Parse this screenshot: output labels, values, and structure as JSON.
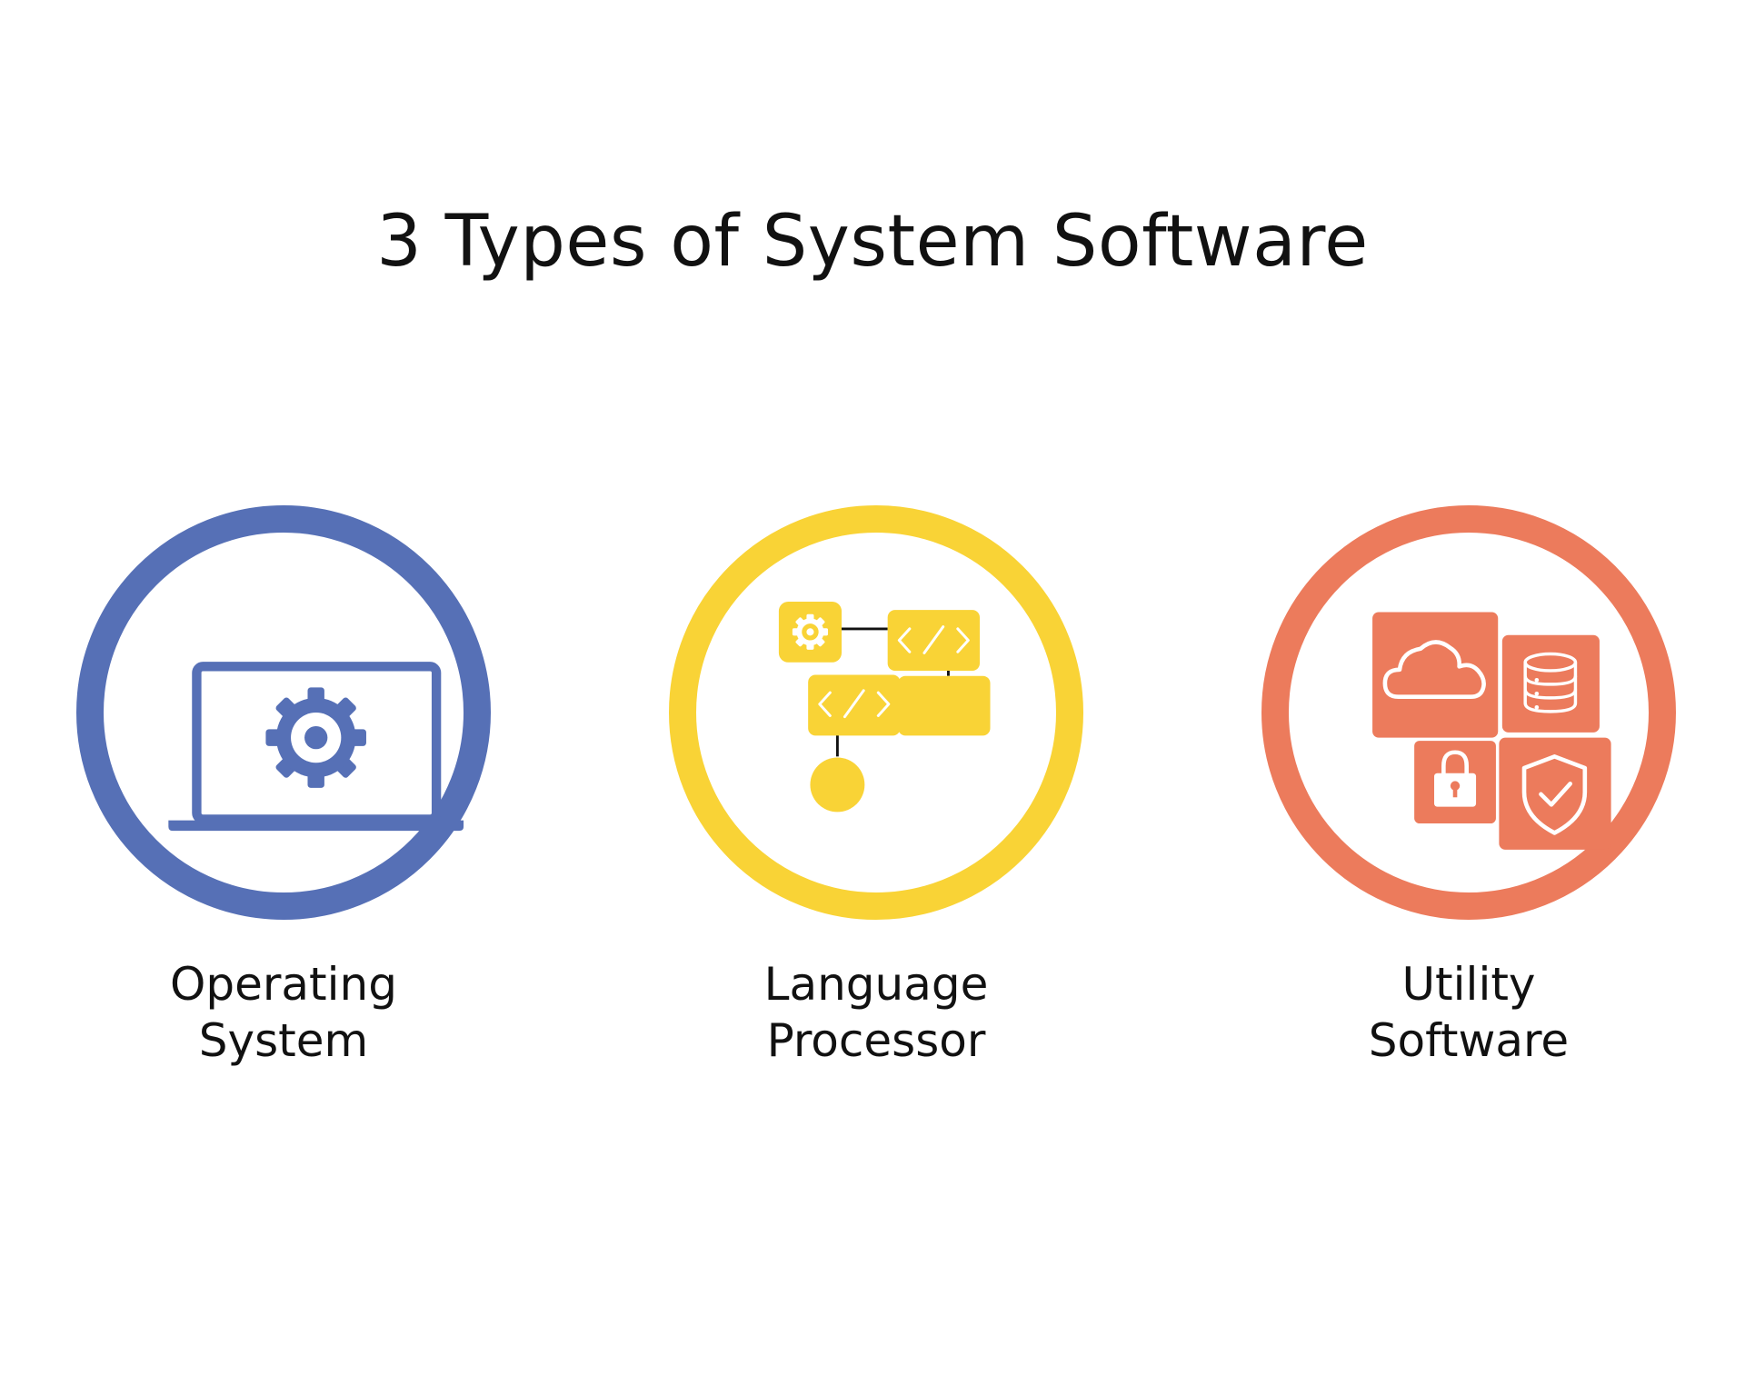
{
  "title": "3 Types of System Software",
  "colors": {
    "blue": "#5670b6",
    "yellow": "#f9d336",
    "orange": "#ec7b5c"
  },
  "items": [
    {
      "line1": "Operating",
      "line2": "System",
      "icon": "laptop-gear-icon",
      "color": "#5670b6"
    },
    {
      "line1": "Language",
      "line2": "Processor",
      "icon": "code-flowchart-icon",
      "color": "#f9d336"
    },
    {
      "line1": "Utility",
      "line2": "Software",
      "icon": "utility-tiles-icon",
      "color": "#ec7b5c"
    }
  ]
}
